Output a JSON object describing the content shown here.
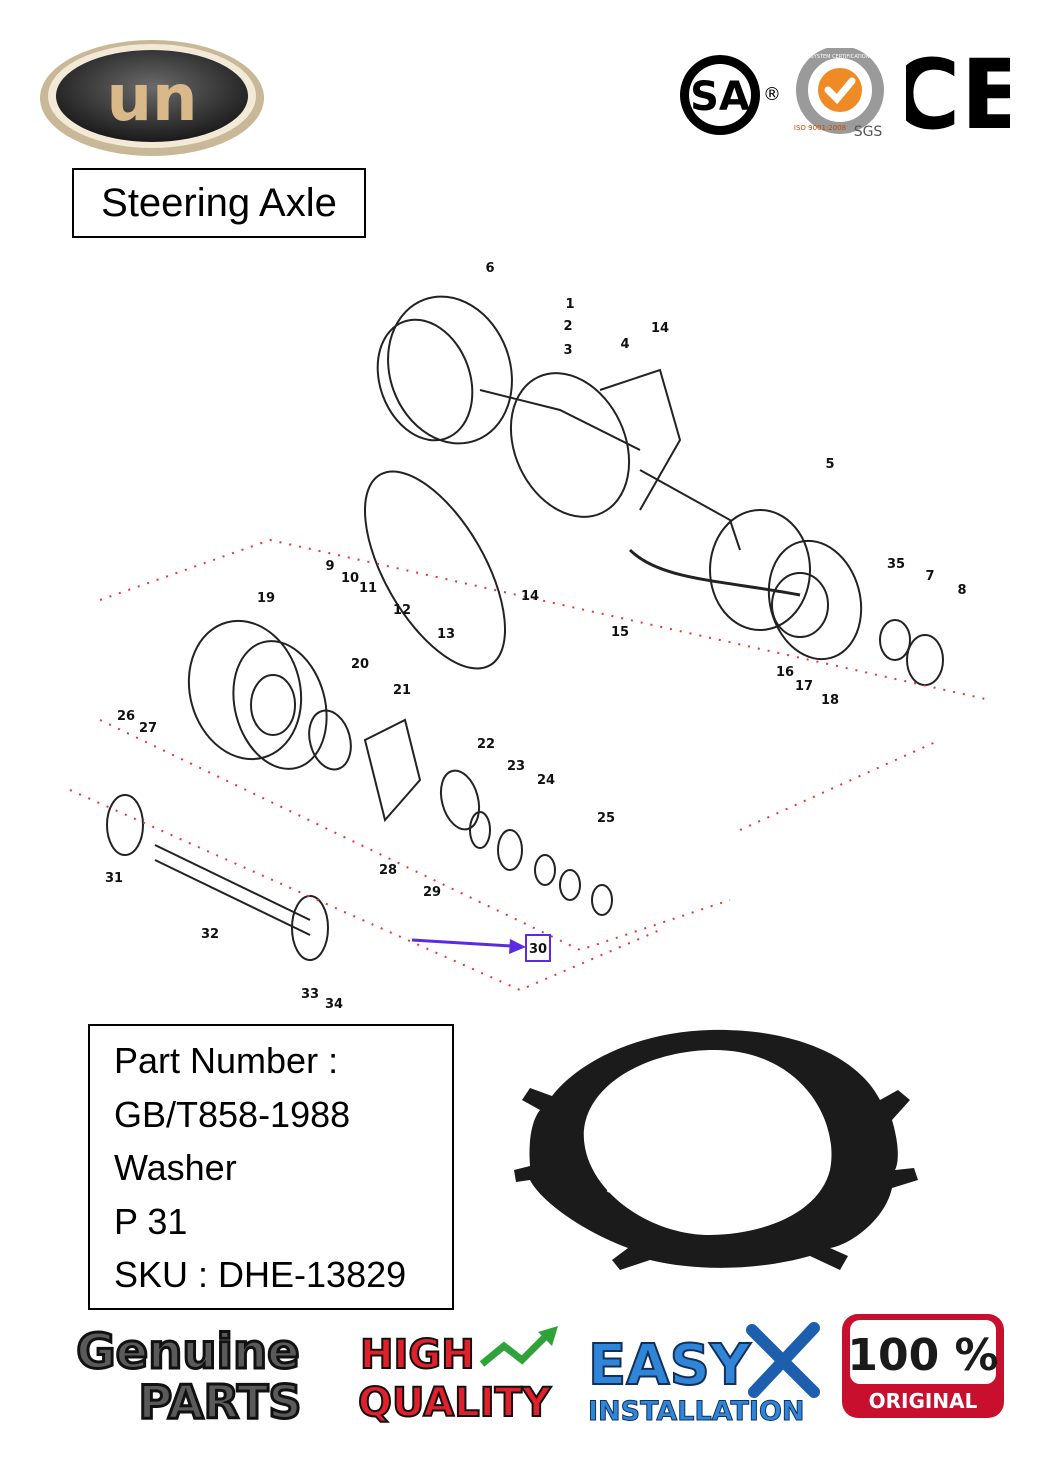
{
  "brand": {
    "logo_text": "un",
    "logo_icon": "brand-oval-logo"
  },
  "certifications": {
    "csa": {
      "text": "SA",
      "reg": "®"
    },
    "sgs": {
      "ring_text": "SYSTEM CERTIFICATION",
      "iso_text": "ISO 9001:2008",
      "mark": "SGS"
    },
    "ce": {
      "text": "CE"
    }
  },
  "title": "Steering Axle",
  "diagram": {
    "labels": [
      "1",
      "2",
      "3",
      "4",
      "5",
      "6",
      "7",
      "8",
      "9",
      "10",
      "11",
      "12",
      "13",
      "14",
      "14",
      "15",
      "16",
      "17",
      "18",
      "19",
      "20",
      "21",
      "22",
      "23",
      "24",
      "25",
      "26",
      "27",
      "28",
      "29",
      "30",
      "31",
      "32",
      "33",
      "34",
      "35"
    ],
    "highlighted_label": "30",
    "highlight_color": "#5b2be0"
  },
  "part_info": {
    "line1": "Part Number :",
    "line2": "GB/T858-1988",
    "line3": "Washer",
    "line4": "P 31",
    "line5": "SKU : DHE-13829"
  },
  "badges": {
    "genuine": {
      "line1": "Genuine",
      "line2": "PARTS"
    },
    "quality": {
      "line1": "HIGH",
      "line2": "QUALITY"
    },
    "easy": {
      "line1": "EASY",
      "line2": "INSTALLATION"
    },
    "original": {
      "line1": "100 %",
      "line2": "ORIGINAL"
    }
  }
}
